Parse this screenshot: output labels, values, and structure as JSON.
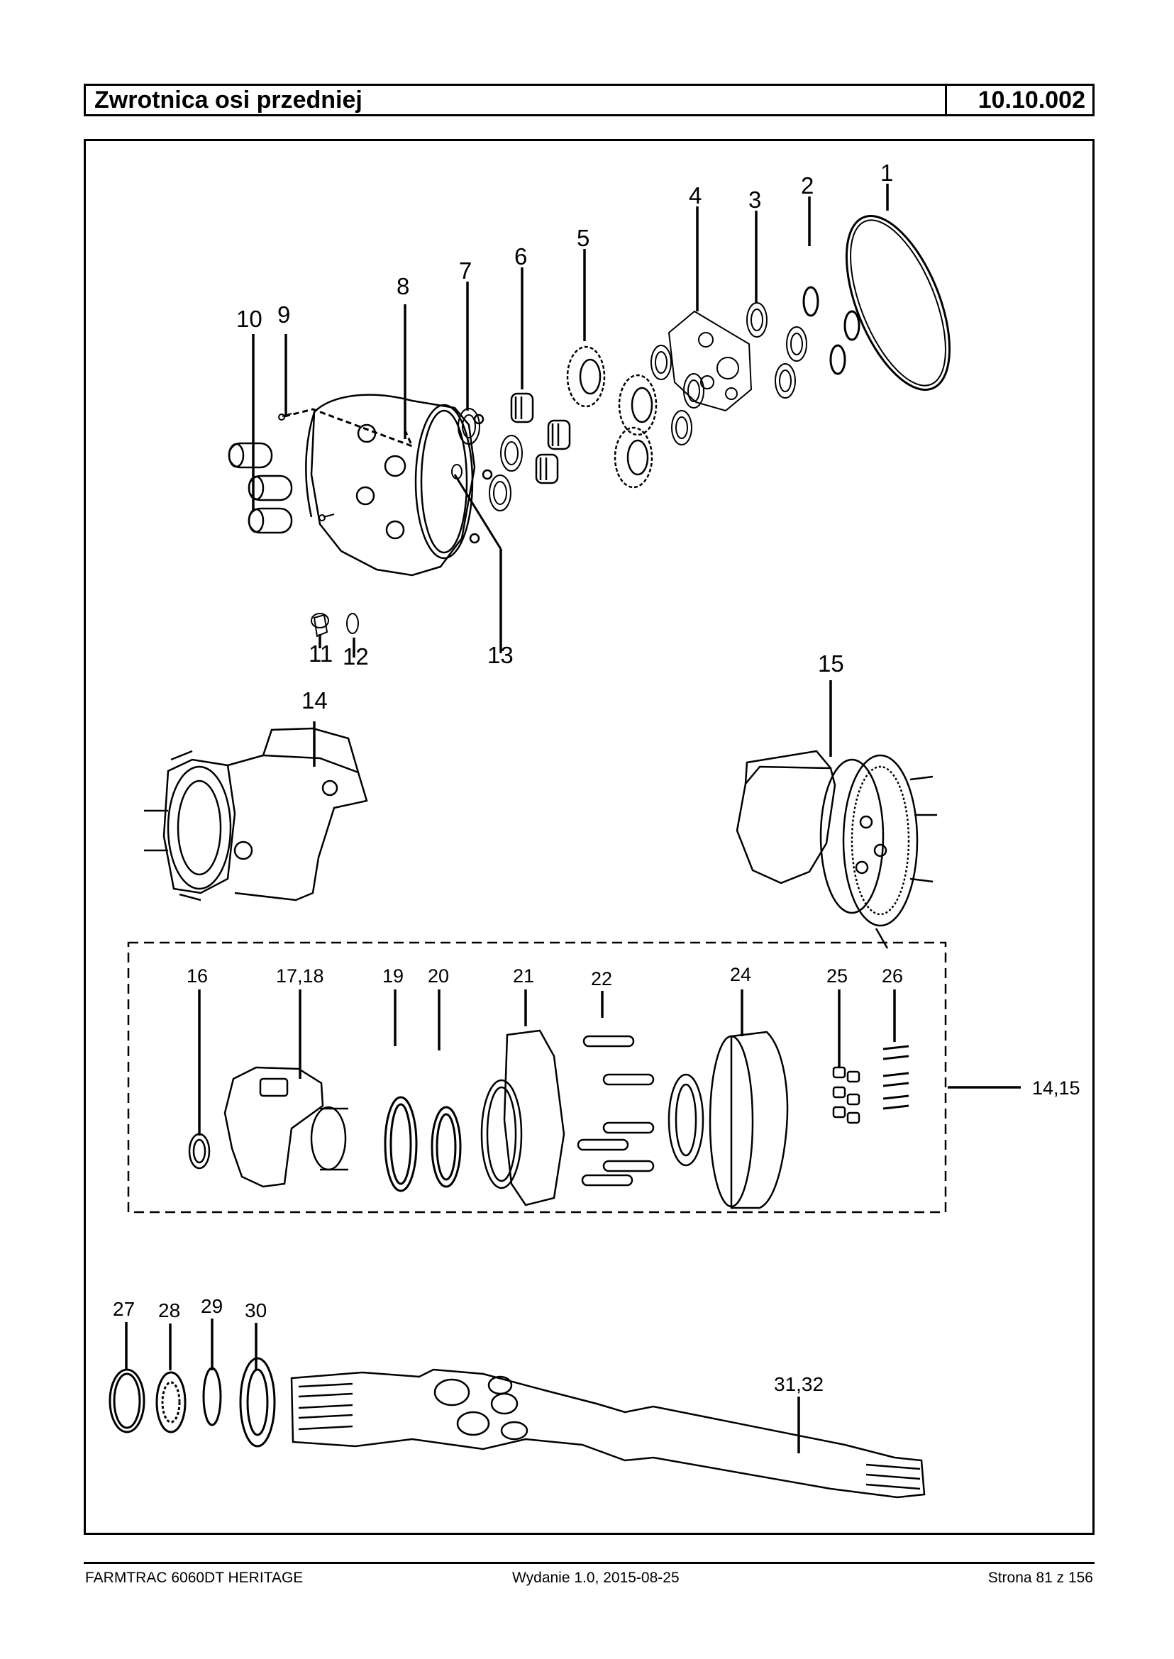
{
  "header": {
    "title": "Zwrotnica osi przedniej",
    "code": "10.10.002"
  },
  "callouts": [
    "1",
    "2",
    "3",
    "4",
    "5",
    "6",
    "7",
    "8",
    "9",
    "10",
    "11",
    "12",
    "13",
    "14",
    "15",
    "16",
    "17,18",
    "19",
    "20",
    "21",
    "22",
    "24",
    "25",
    "26",
    "14,15",
    "27",
    "28",
    "29",
    "30",
    "31,32"
  ],
  "footer": {
    "model": "FARMTRAC 6060DT HERITAGE",
    "edition": "Wydanie 1.0,  2015-08-25",
    "page": "Strona 81 z 156"
  }
}
